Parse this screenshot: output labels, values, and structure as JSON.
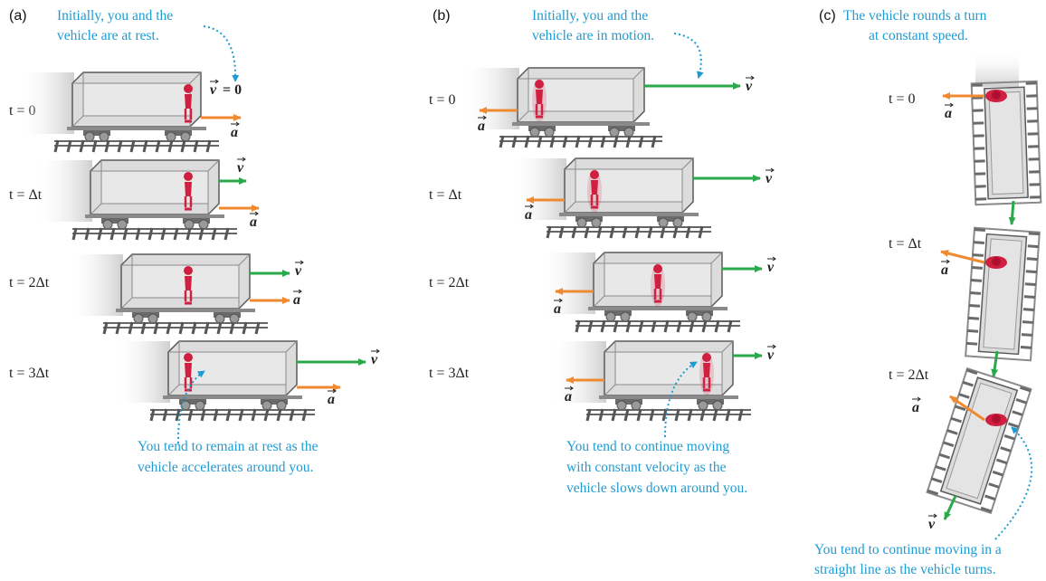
{
  "panels": {
    "a": {
      "label": "(a)",
      "caption_top": [
        "Initially, you and the",
        "vehicle are at rest."
      ],
      "caption_bottom": [
        "You tend to remain at rest as the",
        "vehicle accelerates around you."
      ],
      "v_zero_label": "= 0"
    },
    "b": {
      "label": "(b)",
      "caption_top": [
        "Initially, you and the",
        "vehicle are in motion."
      ],
      "caption_bottom": [
        "You tend to continue moving",
        "with constant velocity as the",
        "vehicle slows down around you."
      ]
    },
    "c": {
      "label": "(c)",
      "caption_top": [
        "The vehicle rounds a turn",
        "at constant speed."
      ],
      "caption_bottom": [
        "You tend to continue moving in a",
        "straight line as the vehicle turns."
      ]
    }
  },
  "time_labels": [
    "t = 0",
    "t = Δt",
    "t = 2Δt",
    "t = 3Δt"
  ],
  "vector_labels": {
    "velocity": "v",
    "acceleration": "a"
  },
  "colors": {
    "caption": "#1f9bd1",
    "velocity_arrow": "#2aa84a",
    "acceleration_arrow": "#f08a30",
    "person": "#d02040",
    "car_body": "#dcdcdc",
    "car_edge": "#5a5a5a"
  }
}
